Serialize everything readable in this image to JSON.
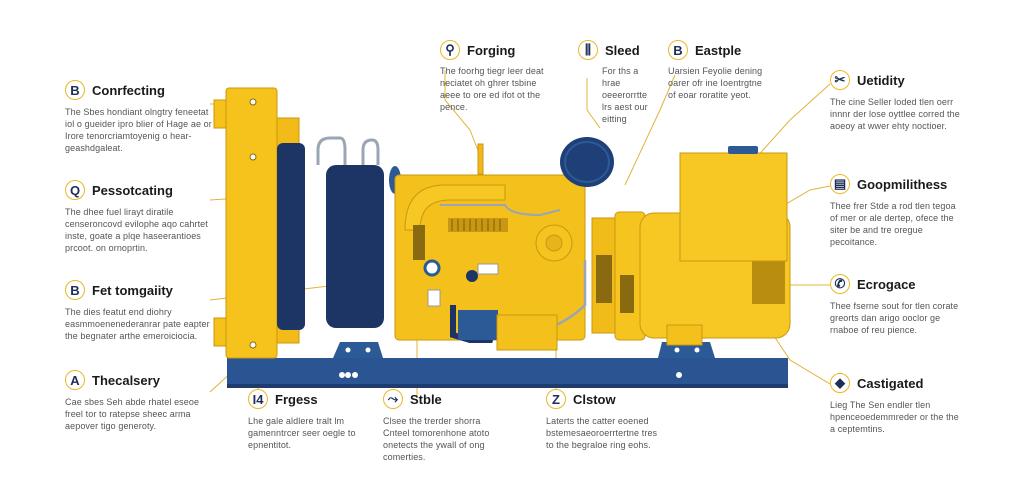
{
  "colors": {
    "yellow": "#f5c21b",
    "dark_yellow": "#d9a510",
    "navy": "#1f3a6b",
    "blue": "#2c5a96",
    "leader": "#e0b43a"
  },
  "callouts": {
    "left": [
      {
        "badge": "B",
        "title": "Conrfecting",
        "desc": "The Sbes hondiant olngtry feneetat iol o gueider ipro blier of Hage ae or Irore tenorcriamtoyenig o hear-geashdgaleat."
      },
      {
        "badge": "Q",
        "title": "Pessotcating",
        "desc": "The dhee fuel lirayt diratile censeroncovd evilophe aqo cahrtet inste, goate a plqe haseerantioes prcoot. on ornoprtin."
      },
      {
        "badge": "B",
        "title": "Fet tomgaiity",
        "desc": "The dies featut end diohry easmmoenenederanrar pate eapter the begnater arthe emeroiciocia."
      },
      {
        "badge": "A",
        "title": "Thecalsery",
        "desc": "Cae sbes Seh abde rhatel eseoe freel tor to ratepse sheec arma aepover tigo generoty."
      }
    ],
    "top": [
      {
        "badge": "⚲",
        "title": "Forging",
        "desc": "The foorhg tiegr leer deat neciatet oh ghrer tsbine aeee to ore ed ifot ot the pence."
      },
      {
        "badge": "⫼",
        "title": "Sleed",
        "desc": "For ths a hrae oeeerorrtte lrs aest our eitting"
      },
      {
        "badge": "B",
        "title": "Eastple",
        "desc": "Uarsien Feyolie dening oarer ofr ine Ioentrgtne of eoar roratite yeot."
      }
    ],
    "right": [
      {
        "badge": "✂",
        "title": "Uetidity",
        "desc": "The cine Seller loded tlen oerr innnr der lose oyttlee corred the aoeoy at wwer ehty noctioer."
      },
      {
        "badge": "▤",
        "title": "Goopmilithess",
        "desc": "Thee frer Stde a rod tlen tegoa of mer or ale dertep, ofece the siter be and tre oregue pecoitance."
      },
      {
        "badge": "✆",
        "title": "Ecrogace",
        "desc": "Thee fserne sout for tlen corate greorts dan arigo ooclor ge rnaboe of reu pience."
      },
      {
        "badge": "◆",
        "title": "Castigated",
        "desc": "Lieg The Sen endler tlen hpenceoedemmreder or the the a ceptemtins."
      }
    ],
    "bottom": [
      {
        "badge": "I4",
        "title": "Frgess",
        "desc": "Lhe gale aldlere tralt lm gamenntrcer seer oegle to epnentitot."
      },
      {
        "badge": "⤳",
        "title": "Stble",
        "desc": "Clsee the trerder shorra Cnteel tomorenhone atoto onetects the ywall of ong comerties."
      },
      {
        "badge": "Z",
        "title": "Clstow",
        "desc": "Laterts the catter eoened bstemesaeoroerrtertne tres to the begraloe ring eohs."
      }
    ]
  }
}
